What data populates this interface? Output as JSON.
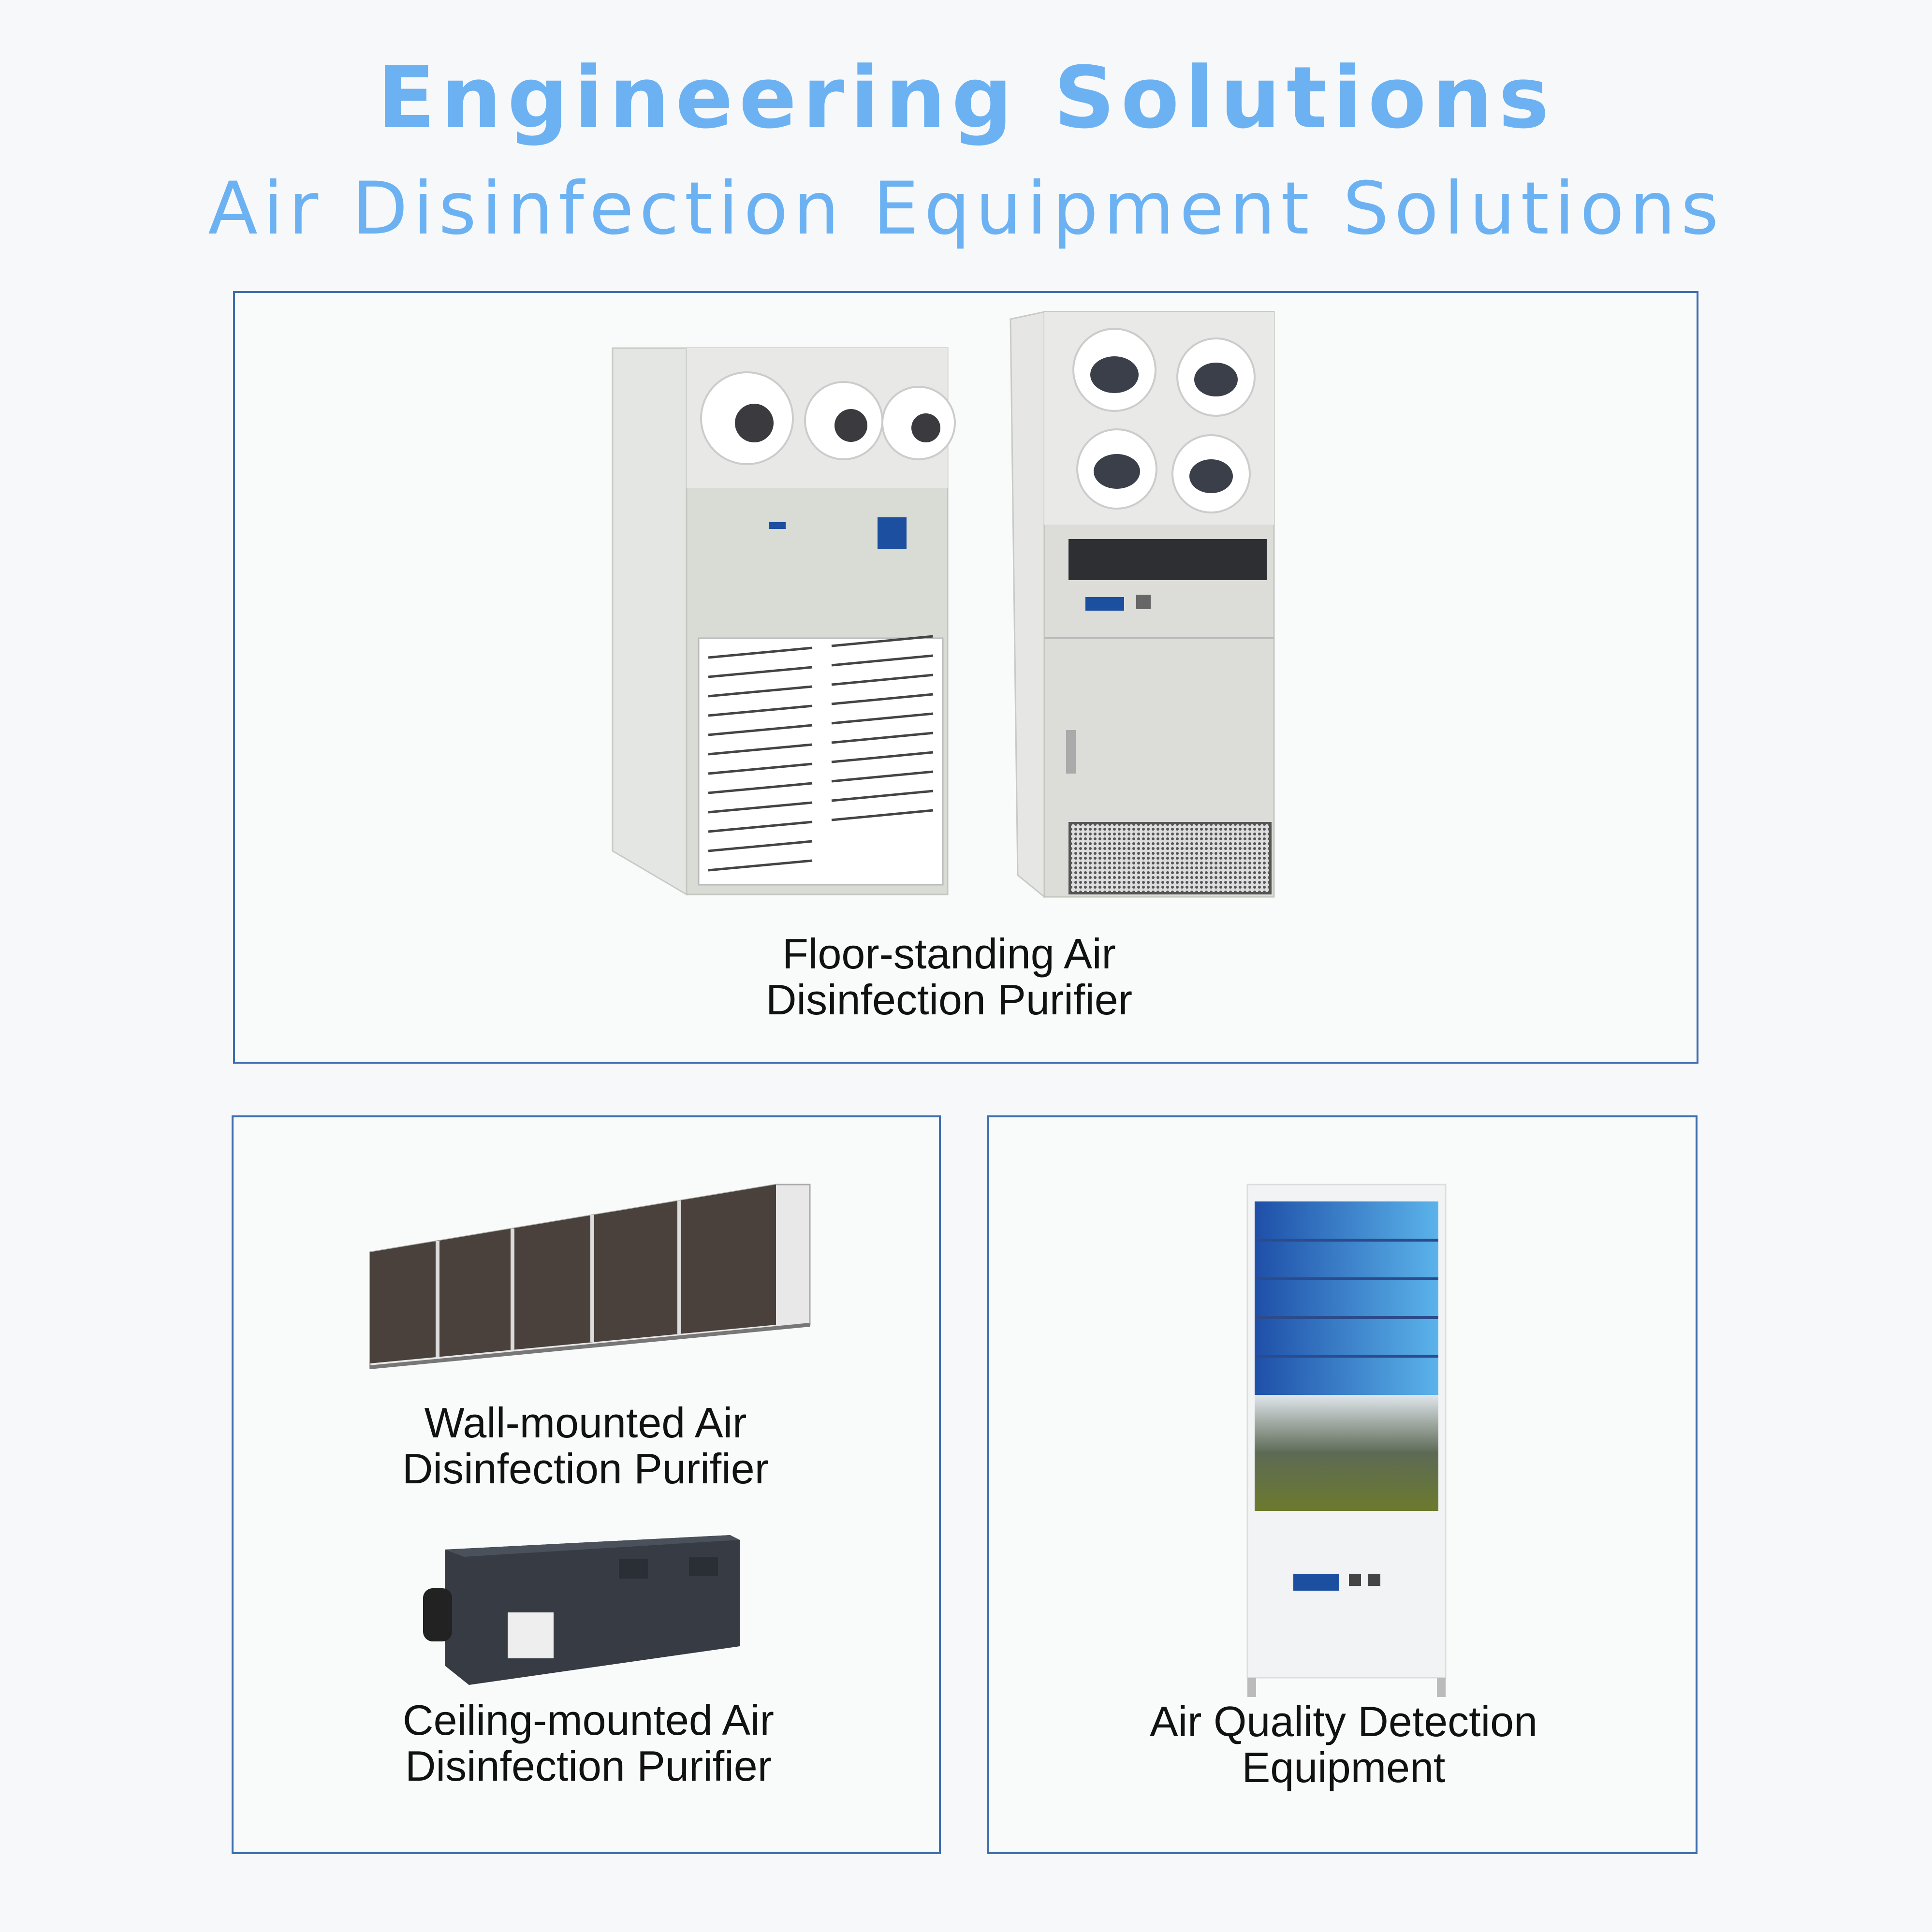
{
  "header": {
    "title": "Engineering Solutions",
    "subtitle": "Air Disinfection Equipment Solutions"
  },
  "colors": {
    "title": "#6cb2f2",
    "border": "#3d6fb0"
  },
  "products": [
    {
      "line1": "Floor-standing Air",
      "line2": "Disinfection Purifier"
    },
    {
      "line1": "Wall-mounted Air",
      "line2": "Disinfection Purifier"
    },
    {
      "line1": "Ceiling-mounted Air",
      "line2": "Disinfection Purifier"
    },
    {
      "line1": "Air Quality Detection",
      "line2": "Equipment"
    }
  ]
}
